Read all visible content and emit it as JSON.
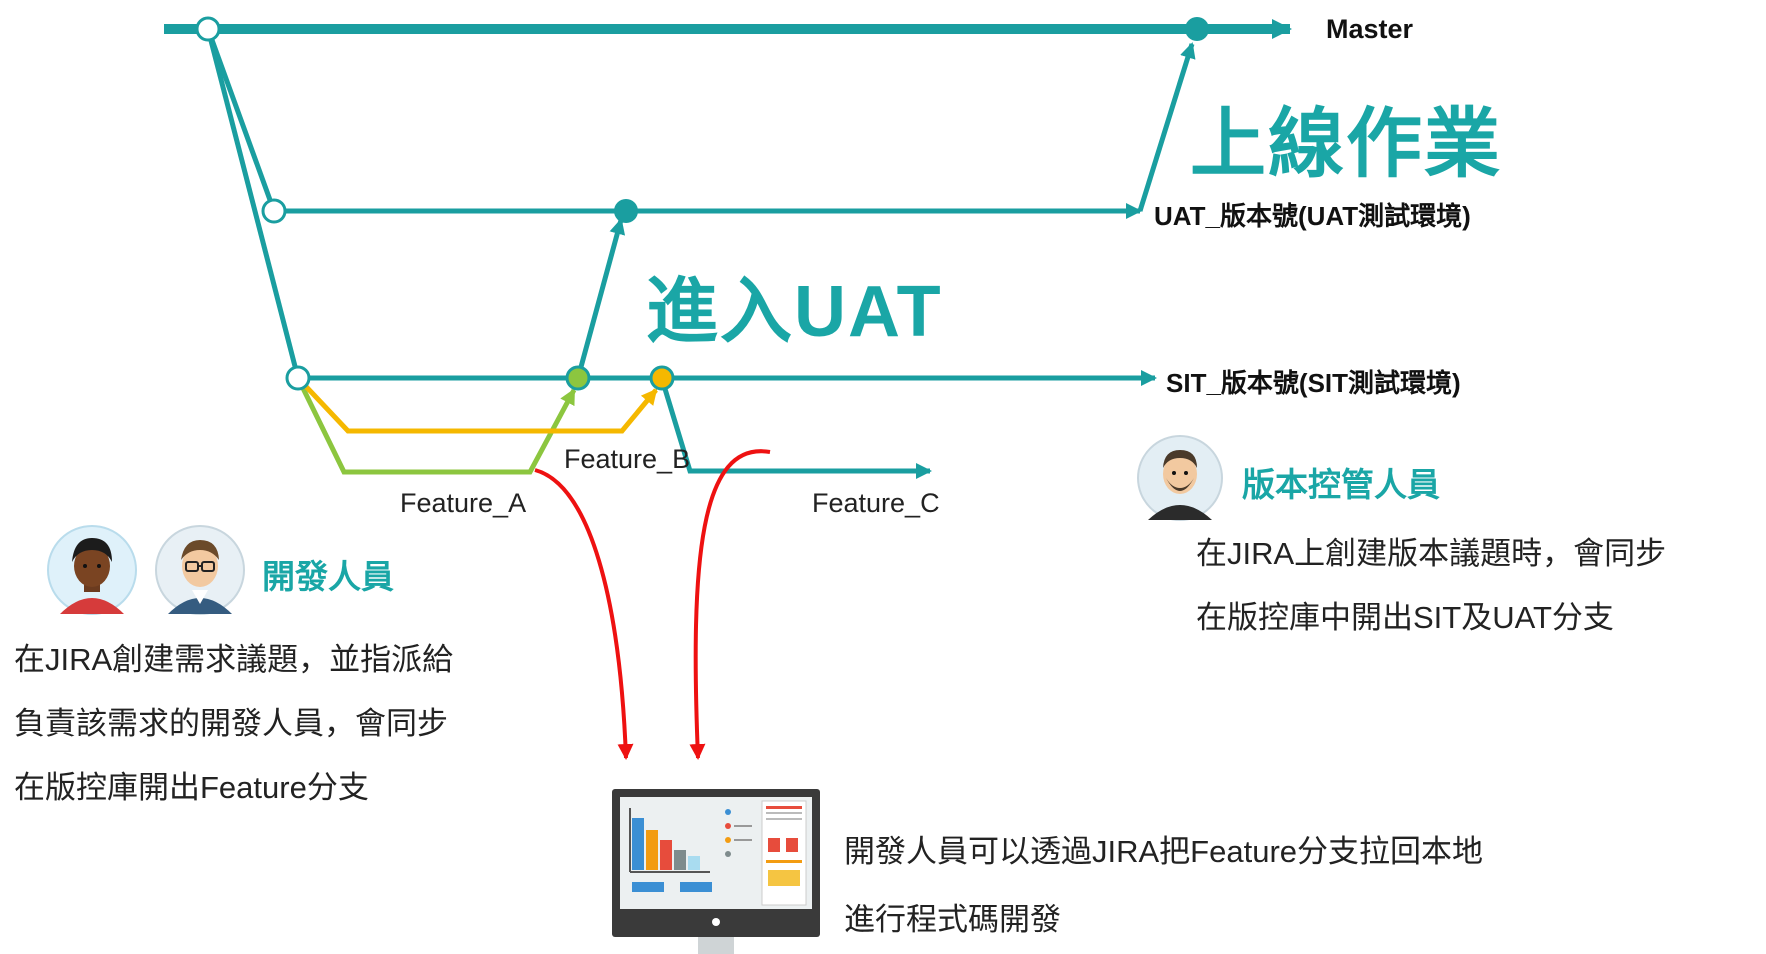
{
  "branches": {
    "master": "Master",
    "uat": "UAT_版本號(UAT測試環境)",
    "sit": "SIT_版本號(SIT測試環境)"
  },
  "features": {
    "a": "Feature_A",
    "b": "Feature_B",
    "c": "Feature_C"
  },
  "stages": {
    "release": "上線作業",
    "enter_uat": "進入UAT"
  },
  "roles": {
    "developers": {
      "title": "開發人員",
      "lines": [
        "在JIRA創建需求議題，並指派給",
        "負責該需求的開發人員，會同步",
        "在版控庫開出Feature分支"
      ]
    },
    "version_control": {
      "title": "版本控管人員",
      "lines": [
        "在JIRA上創建版本議題時，會同步",
        "在版控庫中開出SIT及UAT分支"
      ]
    }
  },
  "local_dev": {
    "lines": [
      "開發人員可以透過JIRA把Feature分支拉回本地",
      "進行程式碼開發"
    ]
  },
  "colors": {
    "teal": "#1a9ea0",
    "green": "#8cc63f",
    "yellow": "#f5b800",
    "red": "#ee1111"
  }
}
